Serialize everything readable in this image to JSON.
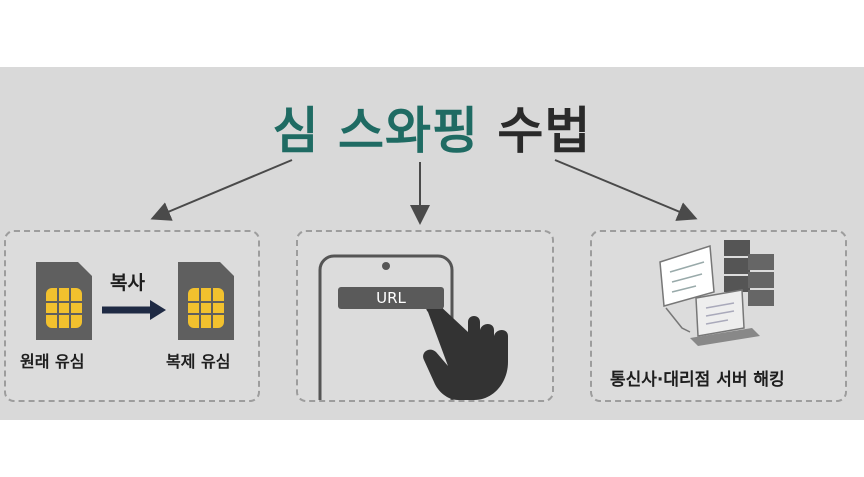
{
  "title": {
    "part1": "심 스와핑",
    "part2": "수법"
  },
  "panels": [
    {
      "id": "sim-copy",
      "label_original": "원래 유심",
      "label_copy": "복제 유심",
      "arrow_label": "복사"
    },
    {
      "id": "phishing-url",
      "url_label": "URL"
    },
    {
      "id": "server-hack",
      "label": "통신사·대리점 서버 해킹"
    }
  ],
  "colors": {
    "title_accent": "#1f6b63",
    "title_dark": "#2a2a2a",
    "panel_bg": "#d9d9d9",
    "sim_body": "#5f5f5f",
    "sim_chip": "#f2c12e"
  },
  "icons": [
    "sim-card-icon",
    "arrow-right-icon",
    "smartphone-icon",
    "hand-pointer-icon",
    "server-rack-icon",
    "laptop-icon",
    "monitor-icon"
  ]
}
